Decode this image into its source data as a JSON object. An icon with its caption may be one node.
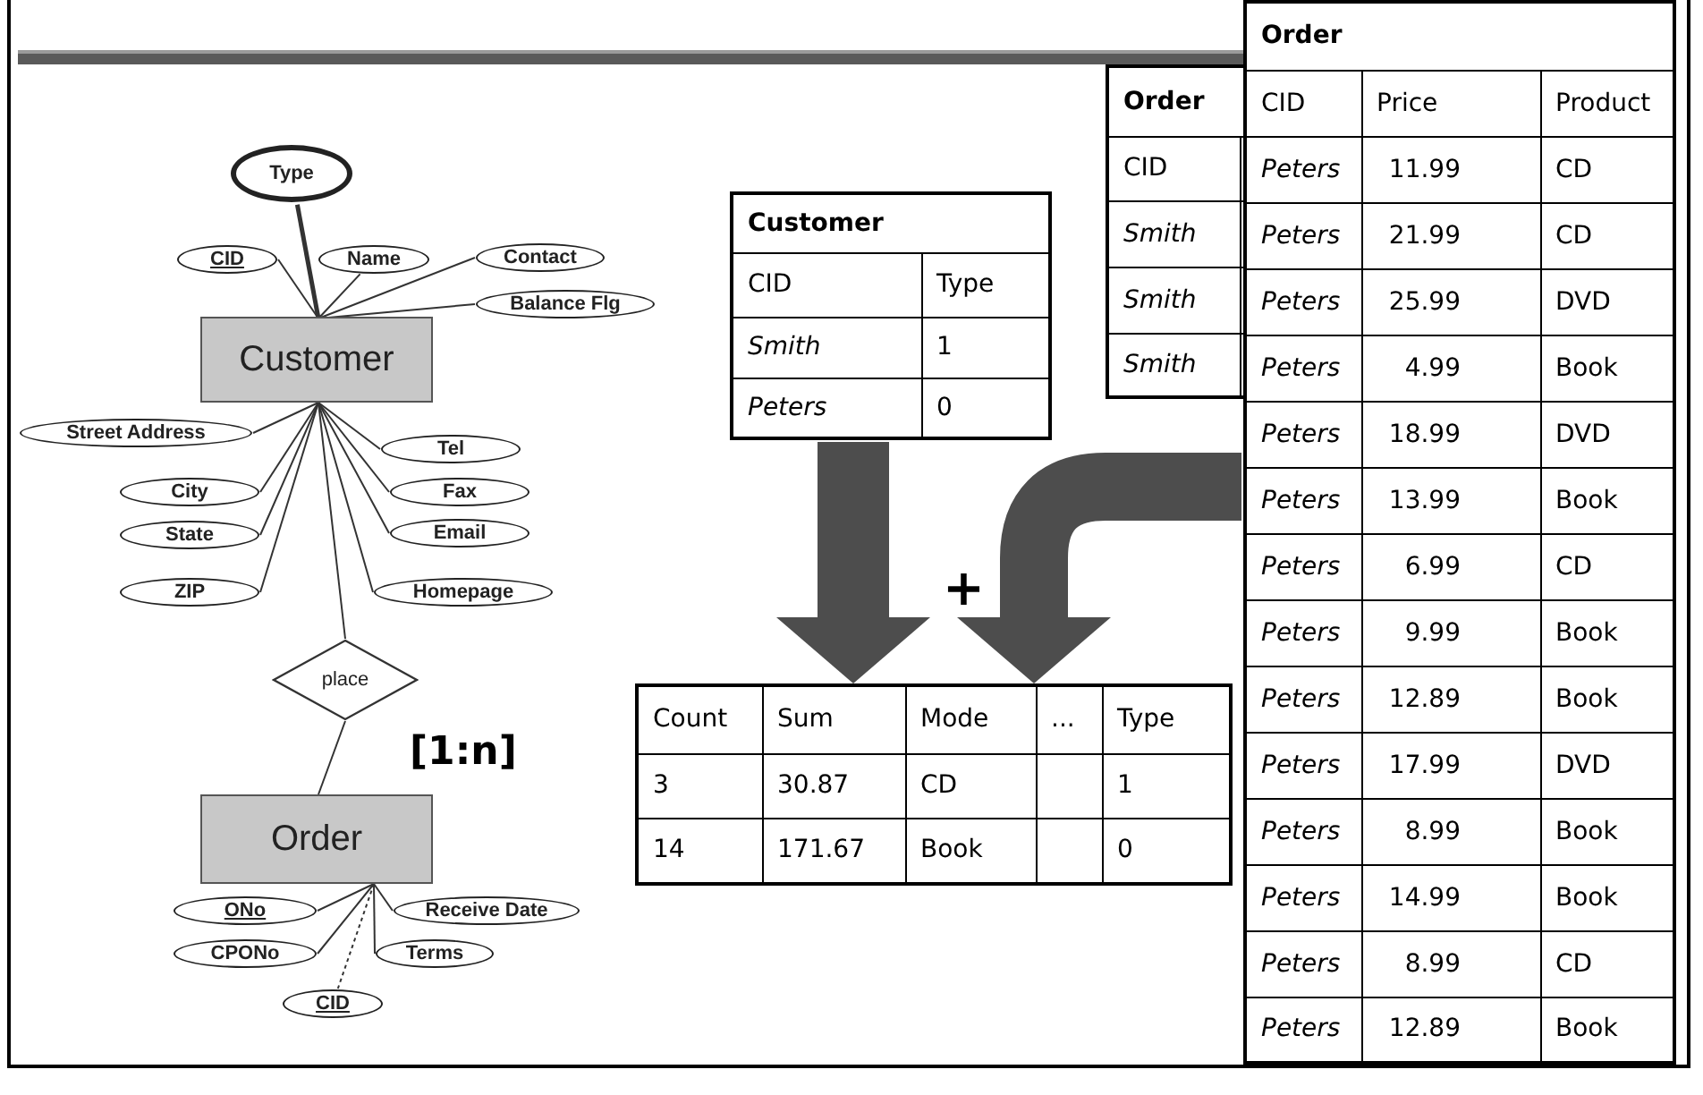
{
  "diagram": {
    "nodes": [
      {
        "text": [
          "Type"
        ]
      },
      {
        "text": [
          "CID"
        ]
      },
      {
        "text": [
          "Name"
        ]
      },
      {
        "text": [
          "Contact"
        ]
      },
      {
        "text": [
          "Balance Flg"
        ]
      },
      {
        "text": [
          "Customer"
        ]
      },
      {
        "text": [
          "Street Address"
        ]
      },
      {
        "text": [
          "City"
        ]
      },
      {
        "text": [
          "State"
        ]
      },
      {
        "text": [
          "ZIP"
        ]
      },
      {
        "text": [
          "Tel"
        ]
      },
      {
        "text": [
          "Fax"
        ]
      },
      {
        "text": [
          "Email"
        ]
      },
      {
        "text": [
          "Homepage"
        ]
      },
      {
        "text": [
          "place"
        ]
      },
      {
        "text": [
          "Order"
        ]
      },
      {
        "text": [
          "ONo"
        ]
      },
      {
        "text": [
          "CPONo"
        ]
      },
      {
        "text": [
          "CID"
        ]
      },
      {
        "text": [
          "Receive Date"
        ]
      },
      {
        "text": [
          "Terms"
        ]
      },
      {
        "text": [
          "Customer",
          "CID",
          "Type",
          "Smith",
          "1",
          "Peters",
          "0"
        ]
      },
      {
        "text": [
          "Order",
          "CID",
          "Smith",
          "Smith",
          "Smith"
        ]
      },
      {
        "text": [
          "Order",
          "CID",
          "Price",
          "Product",
          "Peters",
          "11.99",
          "CD",
          "Peters",
          "21.99",
          "CD",
          "Peters",
          "25.99",
          "DVD",
          "Peters",
          "4.99",
          "Book",
          "Peters",
          "18.99",
          "DVD",
          "Peters",
          "13.99",
          "Book",
          "Peters",
          "6.99",
          "CD",
          "Peters",
          "9.99",
          "Book",
          "Peters",
          "12.89",
          "Book",
          "Peters",
          "17.99",
          "DVD",
          "Peters",
          "8.99",
          "Book",
          "Peters",
          "14.99",
          "Book",
          "Peters",
          "8.99",
          "CD",
          "Peters",
          "12.89",
          "Book"
        ]
      },
      {
        "text": [
          "Count",
          "Sum",
          "Mode",
          "...",
          "Type",
          "3",
          "30.87",
          "CD",
          "1",
          "14",
          "171.67",
          "Book",
          "0"
        ]
      }
    ],
    "edges": [
      {
        "from": 5,
        "to": 0,
        "arrow": "none",
        "style": "thick"
      },
      {
        "from": 5,
        "to": 1,
        "arrow": "none"
      },
      {
        "from": 5,
        "to": 2,
        "arrow": "none"
      },
      {
        "from": 5,
        "to": 3,
        "arrow": "none"
      },
      {
        "from": 5,
        "to": 4,
        "arrow": "none"
      },
      {
        "from": 5,
        "to": 6,
        "arrow": "none"
      },
      {
        "from": 5,
        "to": 7,
        "arrow": "none"
      },
      {
        "from": 5,
        "to": 8,
        "arrow": "none"
      },
      {
        "from": 5,
        "to": 9,
        "arrow": "none"
      },
      {
        "from": 5,
        "to": 10,
        "arrow": "none"
      },
      {
        "from": 5,
        "to": 11,
        "arrow": "none"
      },
      {
        "from": 5,
        "to": 12,
        "arrow": "none"
      },
      {
        "from": 5,
        "to": 13,
        "arrow": "none"
      },
      {
        "from": 5,
        "to": 14,
        "arrow": "none"
      },
      {
        "from": 14,
        "to": 15,
        "arrow": "none"
      },
      {
        "from": 15,
        "to": 16,
        "arrow": "none"
      },
      {
        "from": 15,
        "to": 17,
        "arrow": "none"
      },
      {
        "from": 15,
        "to": 18,
        "arrow": "none",
        "style": "dashed"
      },
      {
        "from": 15,
        "to": 19,
        "arrow": "none"
      },
      {
        "from": 15,
        "to": 20,
        "arrow": "none"
      },
      {
        "from": 21,
        "to": 24,
        "arrow": "to",
        "style": "thick",
        "color": "#4d4d4d"
      },
      {
        "from": 23,
        "to": 24,
        "arrow": "to",
        "style": "thick",
        "color": "#4d4d4d"
      }
    ],
    "labels": [
      "+",
      "[1:n]"
    ]
  }
}
